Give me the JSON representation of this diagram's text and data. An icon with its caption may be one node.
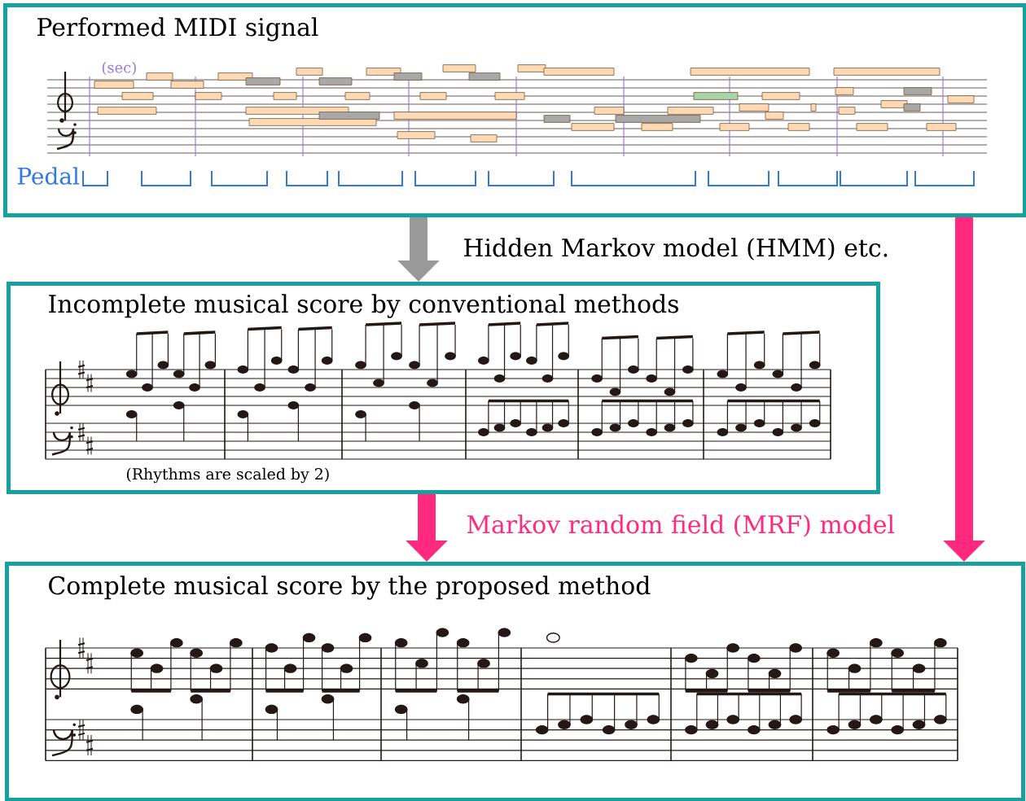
{
  "diagram": {
    "nodes": [
      {
        "text": [
          "Performed MIDI signal"
        ]
      },
      {
        "text": [
          "Incomplete musical score by conventional methods",
          "(Rhythms are scaled by 2)"
        ]
      },
      {
        "text": [
          "Complete musical score by the proposed method"
        ]
      }
    ],
    "edges": [
      {
        "from": 0,
        "to": 1,
        "arrow": "to",
        "label": "Hidden Markov model (HMM) etc.",
        "color": "#999999"
      },
      {
        "from": 1,
        "to": 2,
        "arrow": "to",
        "label": "Markov random field (MRF) model"
      },
      {
        "from": 0,
        "to": 2,
        "arrow": "to"
      }
    ],
    "labels": [
      "(sec)",
      "Pedal"
    ]
  }
}
